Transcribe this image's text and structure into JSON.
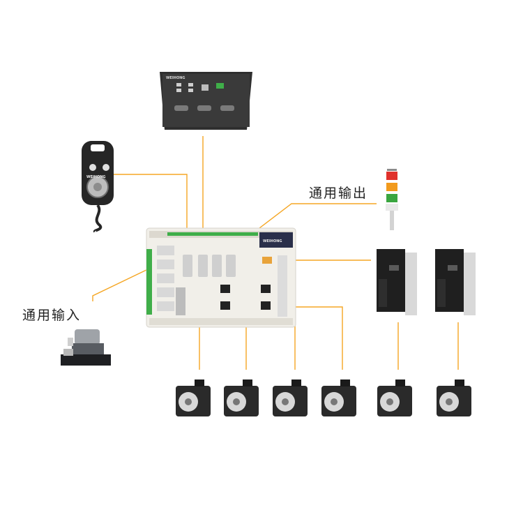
{
  "labels": {
    "general_output": "通用输出",
    "general_input": "通用输入"
  },
  "brand": {
    "controller_top": "WEIHONG",
    "pendant": "WEIHONG",
    "main_board": "WEIHONG"
  },
  "colors": {
    "wire": "#f5a623",
    "background": "#ffffff",
    "dark_device": "#2b2b2b",
    "board": "#f1efe9",
    "terminal_green": "#3fae49",
    "stack_red": "#e0312b",
    "stack_orange": "#f29a1d",
    "stack_green": "#3aa640"
  },
  "icons": {
    "controller": "industrial-pc-icon",
    "pendant": "handwheel-pendant-icon",
    "signal_tower": "signal-tower-light-icon",
    "tool_sensor": "tool-setter-sensor-icon",
    "servo_driver": "servo-driver-icon",
    "servo_motor": "servo-motor-icon"
  }
}
